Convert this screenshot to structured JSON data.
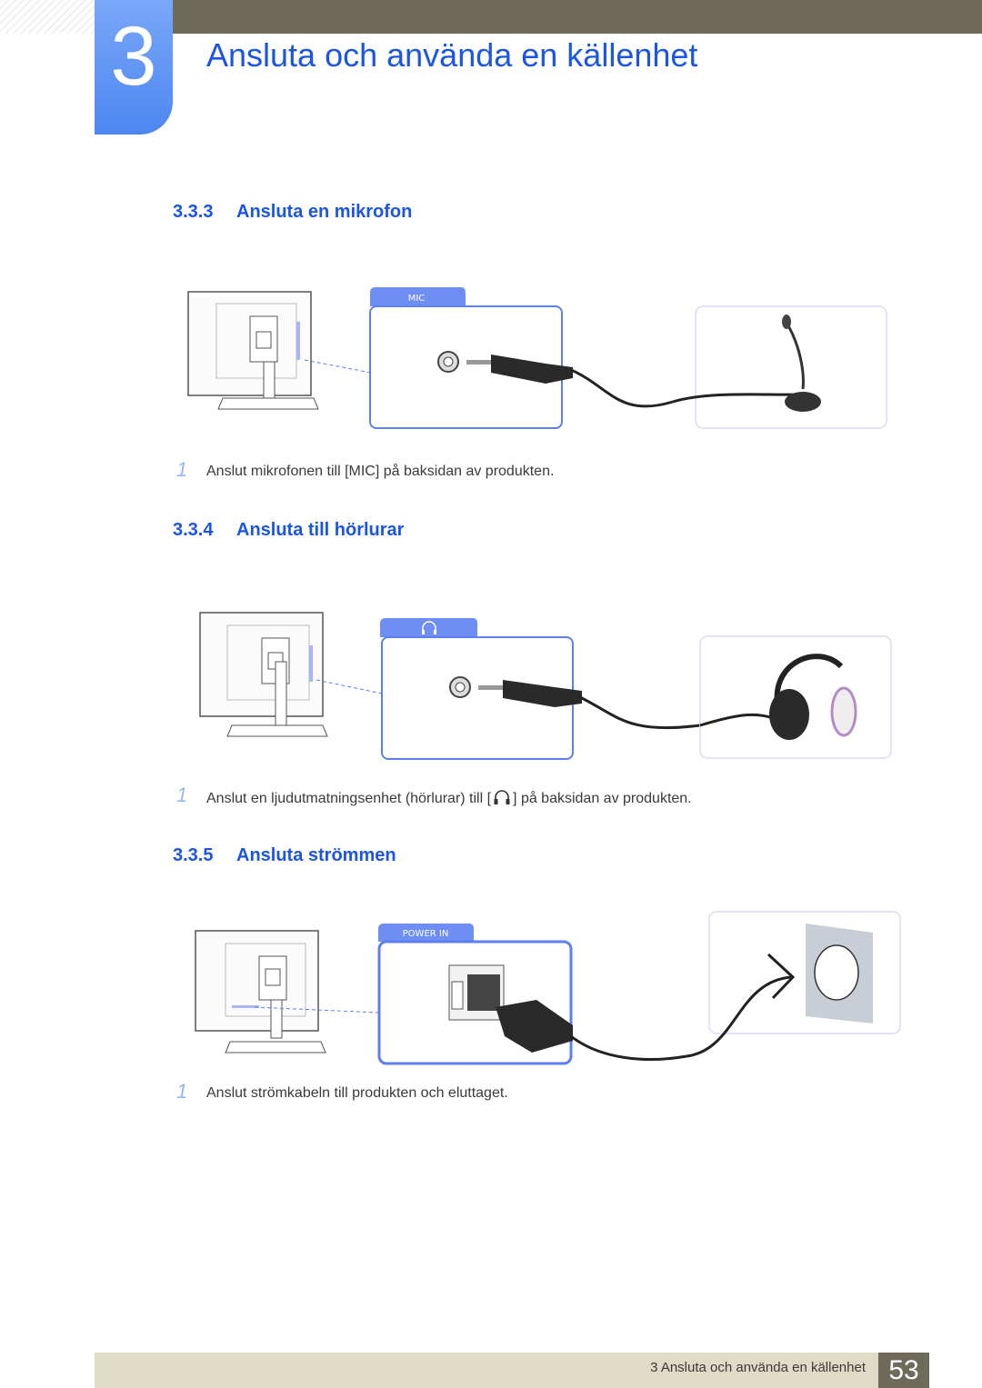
{
  "chapter": {
    "number": "3",
    "title": "Ansluta och använda en källenhet"
  },
  "sections": [
    {
      "number": "3.3.3",
      "title": "Ansluta en mikrofon",
      "port_label": "MIC",
      "step_num": "1",
      "step_text": "Anslut mikrofonen till [MIC] på baksidan av produkten."
    },
    {
      "number": "3.3.4",
      "title": "Ansluta till hörlurar",
      "port_icon": "headphones-icon",
      "step_num": "1",
      "step_text_before": "Anslut en ljudutmatningsenhet (hörlurar) till [",
      "step_text_after": "] på baksidan av produkten."
    },
    {
      "number": "3.3.5",
      "title": "Ansluta strömmen",
      "port_label": "POWER IN",
      "step_num": "1",
      "step_text": "Anslut strömkabeln till produkten och eluttaget."
    }
  ],
  "footer": {
    "text": "3 Ansluta och använda en källenhet",
    "page": "53"
  },
  "colors": {
    "accent": "#1a55e3",
    "chapter_tab": "#4c86f0",
    "bar": "#6f6b5a",
    "footer": "#e0dbc6",
    "port_box": "#5b7ef0"
  }
}
